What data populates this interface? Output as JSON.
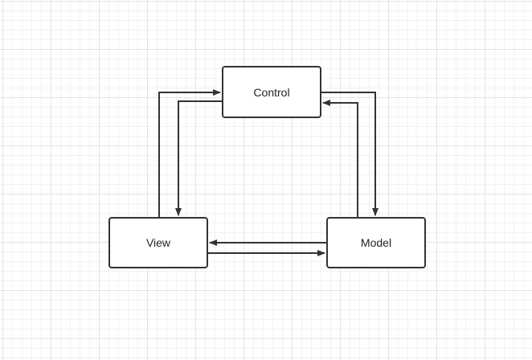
{
  "diagram": {
    "nodes": {
      "control": "Control",
      "view": "View",
      "model": "Model"
    },
    "edges": [
      {
        "from": "View",
        "to": "Control"
      },
      {
        "from": "Control",
        "to": "View"
      },
      {
        "from": "Model",
        "to": "Control"
      },
      {
        "from": "Control",
        "to": "Model"
      },
      {
        "from": "Model",
        "to": "View"
      },
      {
        "from": "View",
        "to": "Model"
      }
    ],
    "colors": {
      "stroke": "#333333",
      "node_fill": "#ffffff",
      "grid": "#e3e3e3"
    }
  }
}
